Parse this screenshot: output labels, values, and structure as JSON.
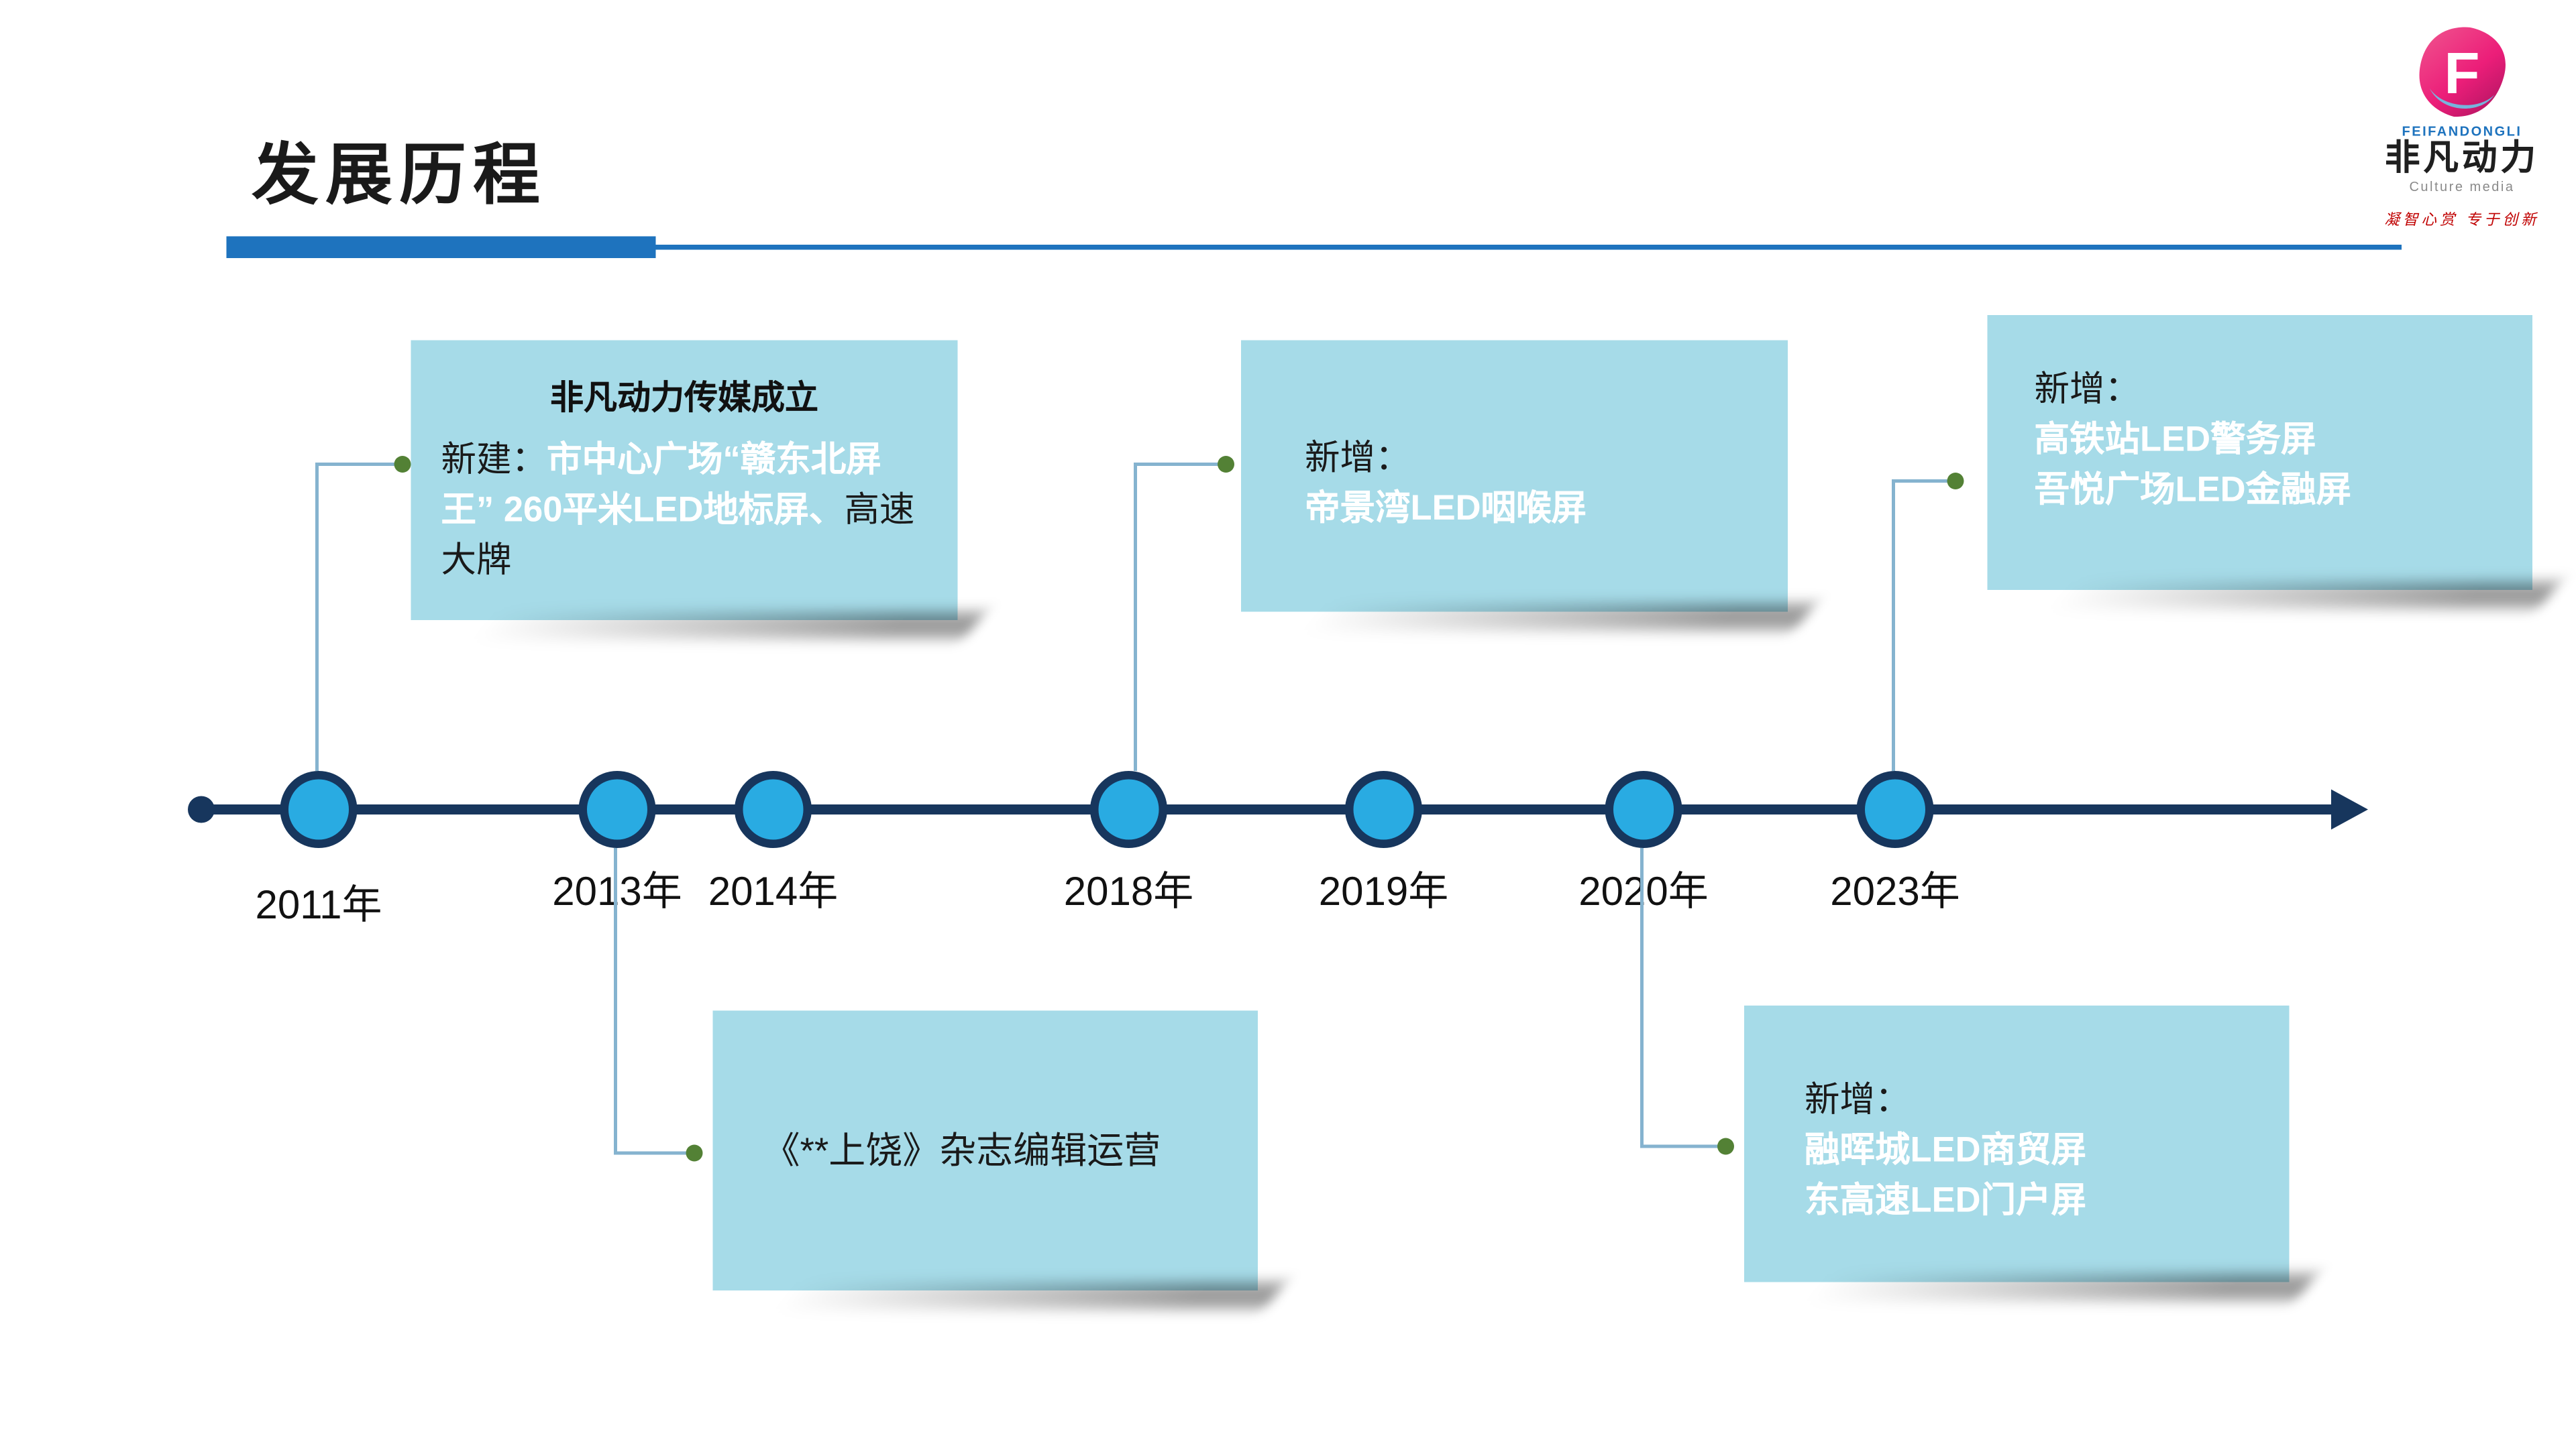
{
  "page": {
    "title": "发展历程"
  },
  "logo": {
    "letter": "F",
    "brand_en": "FEIFANDONGLI",
    "brand_cn": "非凡动力",
    "tagline": "Culture media",
    "slogan": "凝智心赏 专于创新"
  },
  "colors": {
    "accent_blue": "#1e73be",
    "timeline_navy": "#17365d",
    "node_fill": "#29abe2",
    "box_fill": "#a6dbe8",
    "connector": "#85b3cf",
    "green_dot": "#538135",
    "logo_pink": "#ec1e79",
    "slogan_red": "#c00000"
  },
  "timeline": {
    "years": [
      "2011年",
      "2013年",
      "2014年",
      "2018年",
      "2019年",
      "2020年",
      "2023年"
    ]
  },
  "callouts": {
    "c2011": {
      "title": "非凡动力传媒成立",
      "prefix": "新建：",
      "highlight": "市中心广场“赣东北屏王” 260平米LED地标屏、",
      "suffix": "高速大牌"
    },
    "c2013": {
      "text": "《**上饶》杂志编辑运营"
    },
    "c2018": {
      "prefix": "新增：",
      "line1": "帝景湾LED咽喉屏"
    },
    "c2020": {
      "prefix": "新增：",
      "line1": "融晖城LED商贸屏",
      "line2": "东高速LED门户屏"
    },
    "c2023": {
      "prefix": "新增：",
      "line1": "高铁站LED警务屏",
      "line2": "吾悦广场LED金融屏"
    }
  }
}
